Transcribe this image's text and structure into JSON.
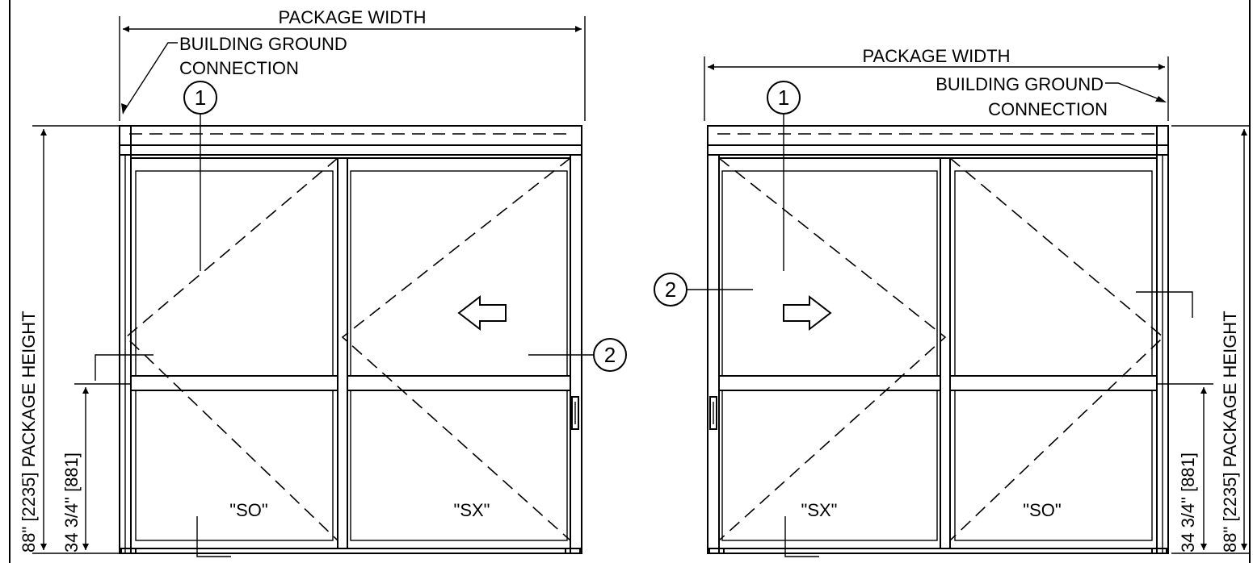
{
  "left_elevation": {
    "package_width_label": "PACKAGE WIDTH",
    "ground_line1": "BUILDING GROUND",
    "ground_line2": "CONNECTION",
    "callout_1": "1",
    "callout_2": "2",
    "panel_left_label": "\"SO\"",
    "panel_right_label": "\"SX\"",
    "height_dim": "88\"  [2235]  PACKAGE  HEIGHT",
    "transom_dim": "34  3/4\"  [881]"
  },
  "right_elevation": {
    "package_width_label": "PACKAGE WIDTH",
    "ground_line1": "BUILDING GROUND",
    "ground_line2": "CONNECTION",
    "callout_1": "1",
    "callout_2": "2",
    "panel_left_label": "\"SX\"",
    "panel_right_label": "\"SO\"",
    "height_dim": "88\"  [2235]  PACKAGE  HEIGHT",
    "transom_dim": "34  3/4\"  [881]"
  }
}
